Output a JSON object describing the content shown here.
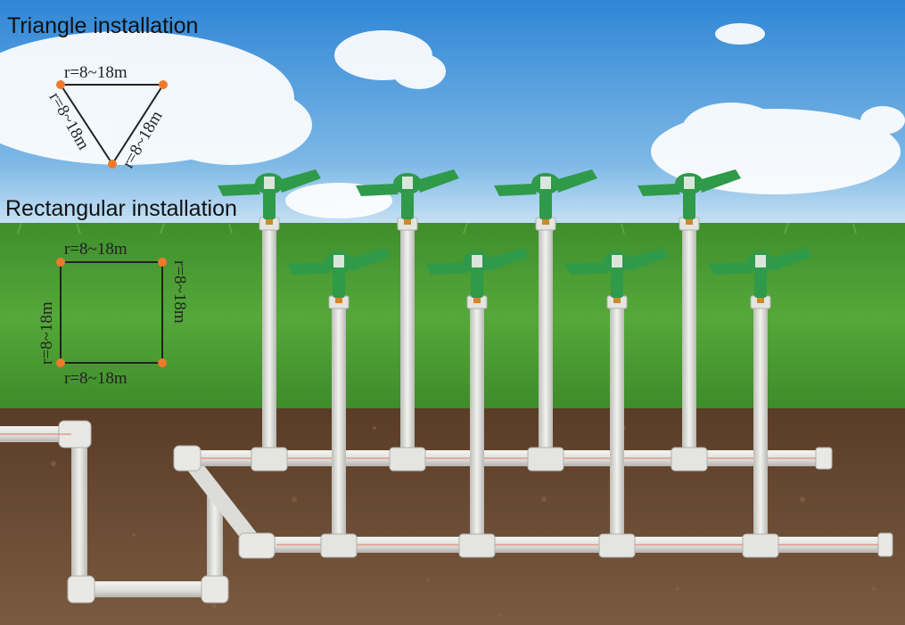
{
  "headings": {
    "triangle": "Triangle installation",
    "rectangular": "Rectangular installation"
  },
  "triangle_diagram": {
    "top": "r=8~18m",
    "left": "r=8~18m",
    "right": "r=8~18m"
  },
  "rectangle_diagram": {
    "top": "r=8~18m",
    "bottom": "r=8~18m",
    "left": "r=8~18m",
    "right": "r=8~18m"
  },
  "sprinklers": {
    "back_row_count": 4,
    "front_row_count": 4
  },
  "colors": {
    "sky_top": "#2f86d6",
    "sky_bottom": "#cfe6f6",
    "grass": "#4ea335",
    "soil": "#6b4a32",
    "pipe": "#dcdcd8",
    "sprinkler": "#2f9a4a",
    "marker": "#f07a2a"
  }
}
